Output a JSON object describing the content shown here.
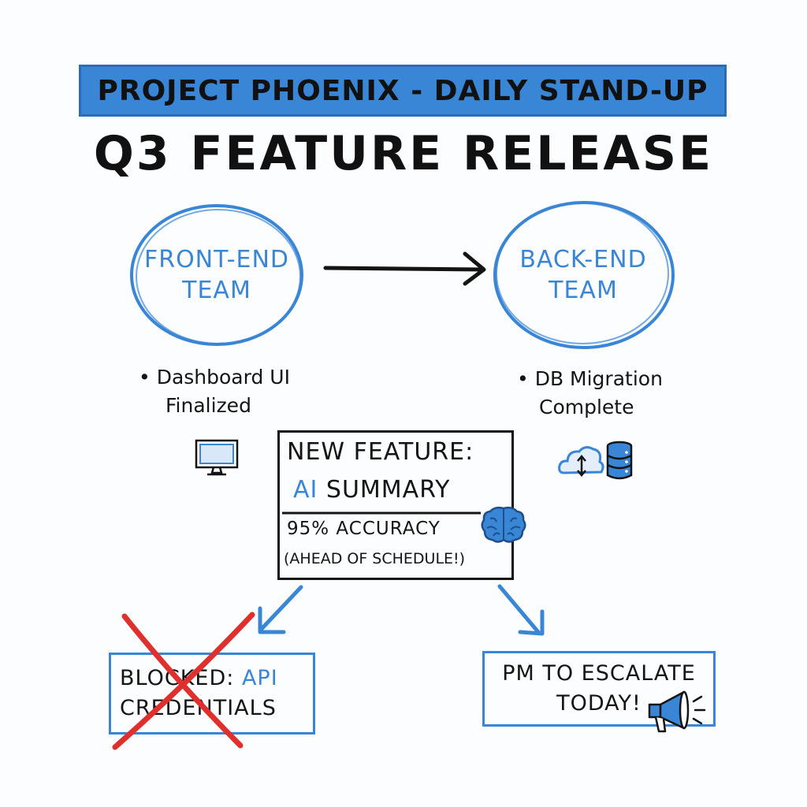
{
  "header": {
    "banner": "PROJECT PHOENIX - DAILY STAND-UP",
    "subtitle": "Q3 FEATURE RELEASE"
  },
  "teams": {
    "frontend": {
      "line1": "FRONT-END",
      "line2": "TEAM",
      "bullet1": "• Dashboard UI",
      "bullet2": "Finalized",
      "icon": "monitor-icon"
    },
    "backend": {
      "line1": "BACK-END",
      "line2": "TEAM",
      "bullet1": "• DB Migration",
      "bullet2": "Complete",
      "icon": "cloud-database-icon"
    }
  },
  "feature": {
    "heading": "NEW FEATURE:",
    "name_prefix": "AI",
    "name_rest": " SUMMARY",
    "stat": "95% ACCURACY",
    "note": "(AHEAD OF SCHEDULE!)",
    "icon": "brain-icon"
  },
  "blocked": {
    "line1_a": "BLOCKED: ",
    "line1_b": "API",
    "line2": "CREDENTIALS",
    "crossed_out": true
  },
  "escalate": {
    "line1": "PM TO ESCALATE",
    "line2": "TODAY!",
    "icon": "megaphone-icon"
  },
  "colors": {
    "accent": "#3a86d6",
    "ink": "#141414",
    "cross": "#e0302e"
  }
}
